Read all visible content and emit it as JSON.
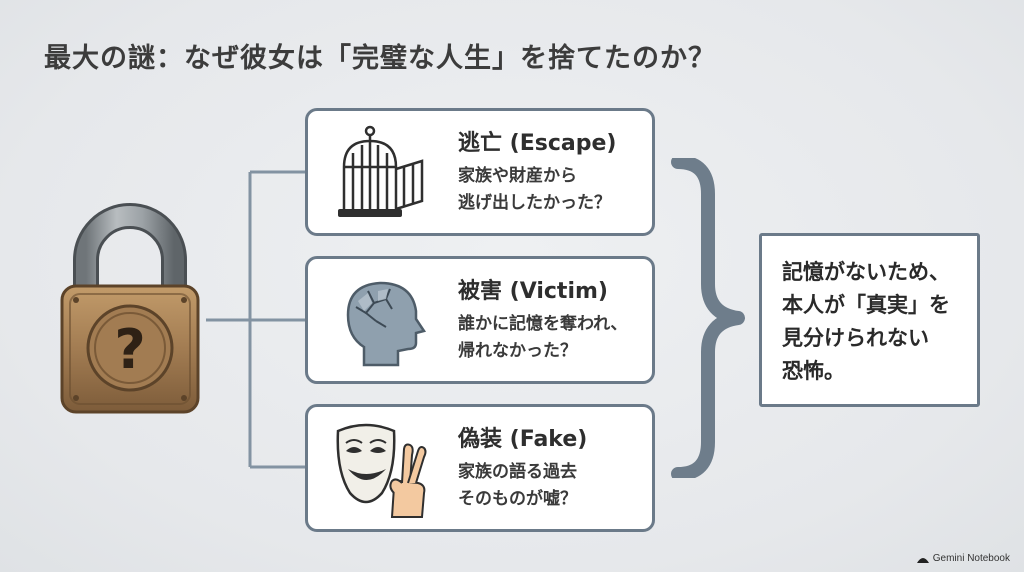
{
  "title": "最大の謎：なぜ彼女は「完璧な人生」を捨てたのか？",
  "center_icon": "padlock-question-icon",
  "lock_symbol": "?",
  "hypotheses": [
    {
      "icon": "open-birdcage-icon",
      "heading": "逃亡 (Escape)",
      "lines": [
        "家族や財産から",
        "逃げ出したかった？"
      ]
    },
    {
      "icon": "cracked-head-icon",
      "heading": "被害 (Victim)",
      "lines": [
        "誰かに記憶を奪われ、",
        "帰れなかった？"
      ]
    },
    {
      "icon": "mask-crossed-fingers-icon",
      "heading": "偽装 (Fake)",
      "lines": [
        "家族の語る過去",
        "そのものが嘘？"
      ]
    }
  ],
  "conclusion": {
    "lines": [
      "記憶がないため、",
      "本人が「真実」を",
      "見分けられない",
      "恐怖。"
    ]
  },
  "watermark": "Gemini Notebook",
  "colors": {
    "border": "#6b7a89",
    "connector": "#8393a2",
    "brace": "#6e7d8b",
    "lock_body": "#a8845a",
    "lock_shackle": "#8e9498"
  }
}
